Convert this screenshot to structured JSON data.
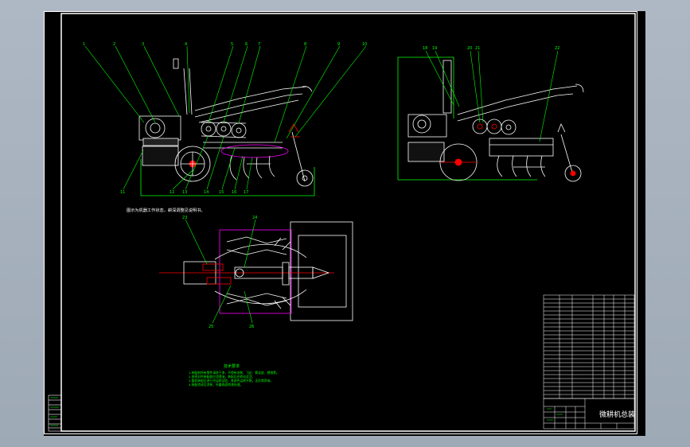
{
  "drawing": {
    "title_block_name": "微耕机总装",
    "notes_title": "技术要求",
    "notes": [
      "1.装配前所有零件清洗干净，不得有毛刺、飞边、氧化皮、锈蚀等。",
      "2.各密封件装配前应浸透油，装配后应转动灵活。",
      "3.整机装配后进行空运转试验，各部件运转平稳，无异常声响。",
      "4.装配完成后涂装，外露表面喷漆处理。"
    ],
    "view_caption": "图示为机器工作状态，耕深调整见说明书。",
    "colors": {
      "outline": "#ffffff",
      "leader": "#00ff00",
      "red": "#ff0000",
      "magenta": "#ff00ff",
      "yellow": "#ffff00",
      "cyan": "#00ffff"
    }
  }
}
